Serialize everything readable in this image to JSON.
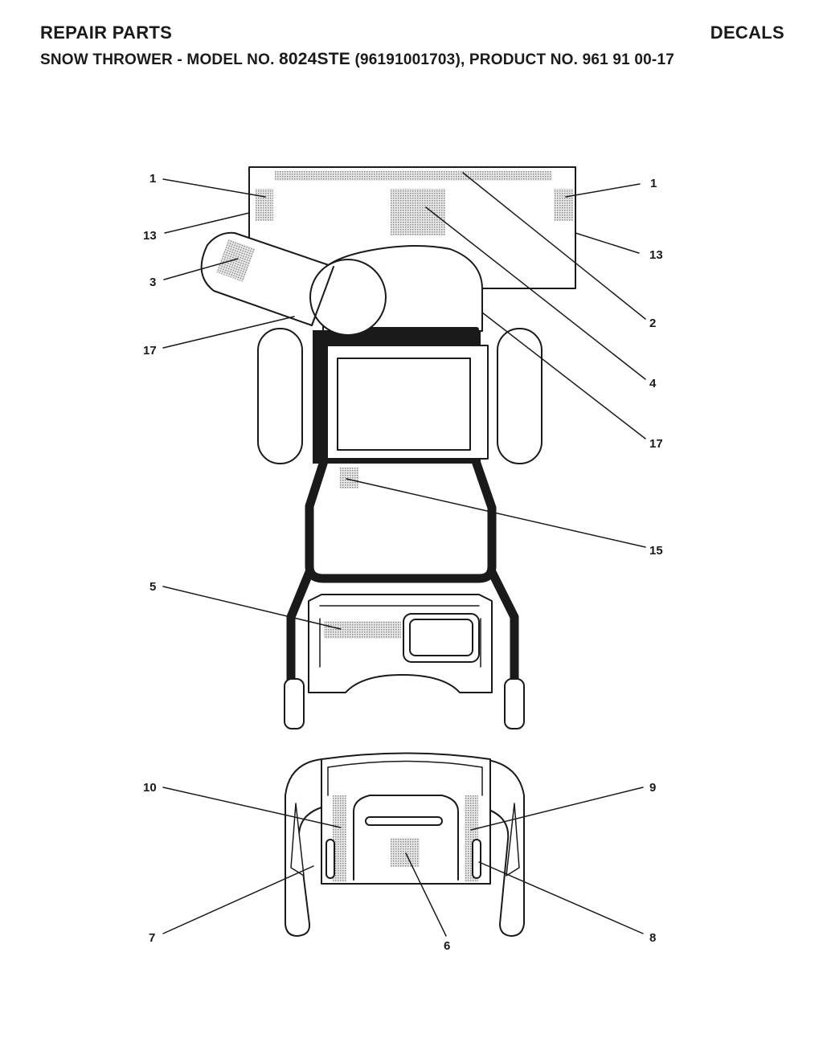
{
  "header": {
    "title_left": "REPAIR PARTS",
    "title_right": "DECALS",
    "subtitle_prefix": "SNOW THROWER - MODEL NO. ",
    "model_no": "8024STE",
    "subtitle_suffix": " (96191001703), PRODUCT NO. 961 91 00-17"
  },
  "callouts": {
    "c1_left": "1",
    "c13_left": "13",
    "c3": "3",
    "c17_left": "17",
    "c1_right": "1",
    "c13_right": "13",
    "c2": "2",
    "c4": "4",
    "c17_right": "17",
    "c15": "15",
    "c5": "5",
    "c10": "10",
    "c9": "9",
    "c7": "7",
    "c6": "6",
    "c8": "8"
  }
}
